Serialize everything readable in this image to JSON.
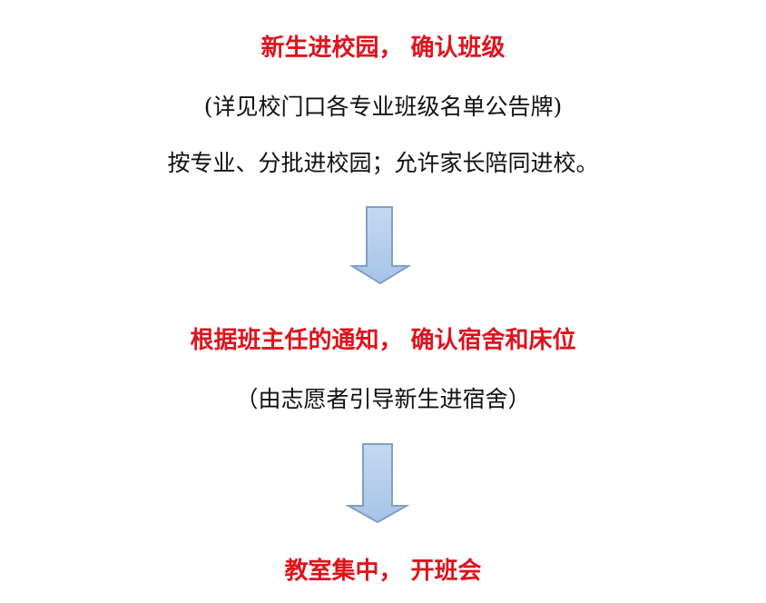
{
  "steps": [
    {
      "title": "新生进校园， 确认班级",
      "notes": [
        "(详见校门口各专业班级名单公告牌)",
        "按专业、分批进校园；允许家长陪同进校。"
      ]
    },
    {
      "title": "根据班主任的通知， 确认宿舍和床位",
      "notes": [
        "（由志愿者引导新生进宿舍）"
      ]
    },
    {
      "title": "教室集中， 开班会",
      "notes": []
    }
  ],
  "colors": {
    "title": "#e0121b",
    "note": "#111111",
    "arrow_fill_top": "#c5d9f1",
    "arrow_fill_bottom": "#a7c3e6",
    "arrow_stroke": "#7f9fc6"
  },
  "icons": {
    "connector": "down-arrow-icon"
  }
}
